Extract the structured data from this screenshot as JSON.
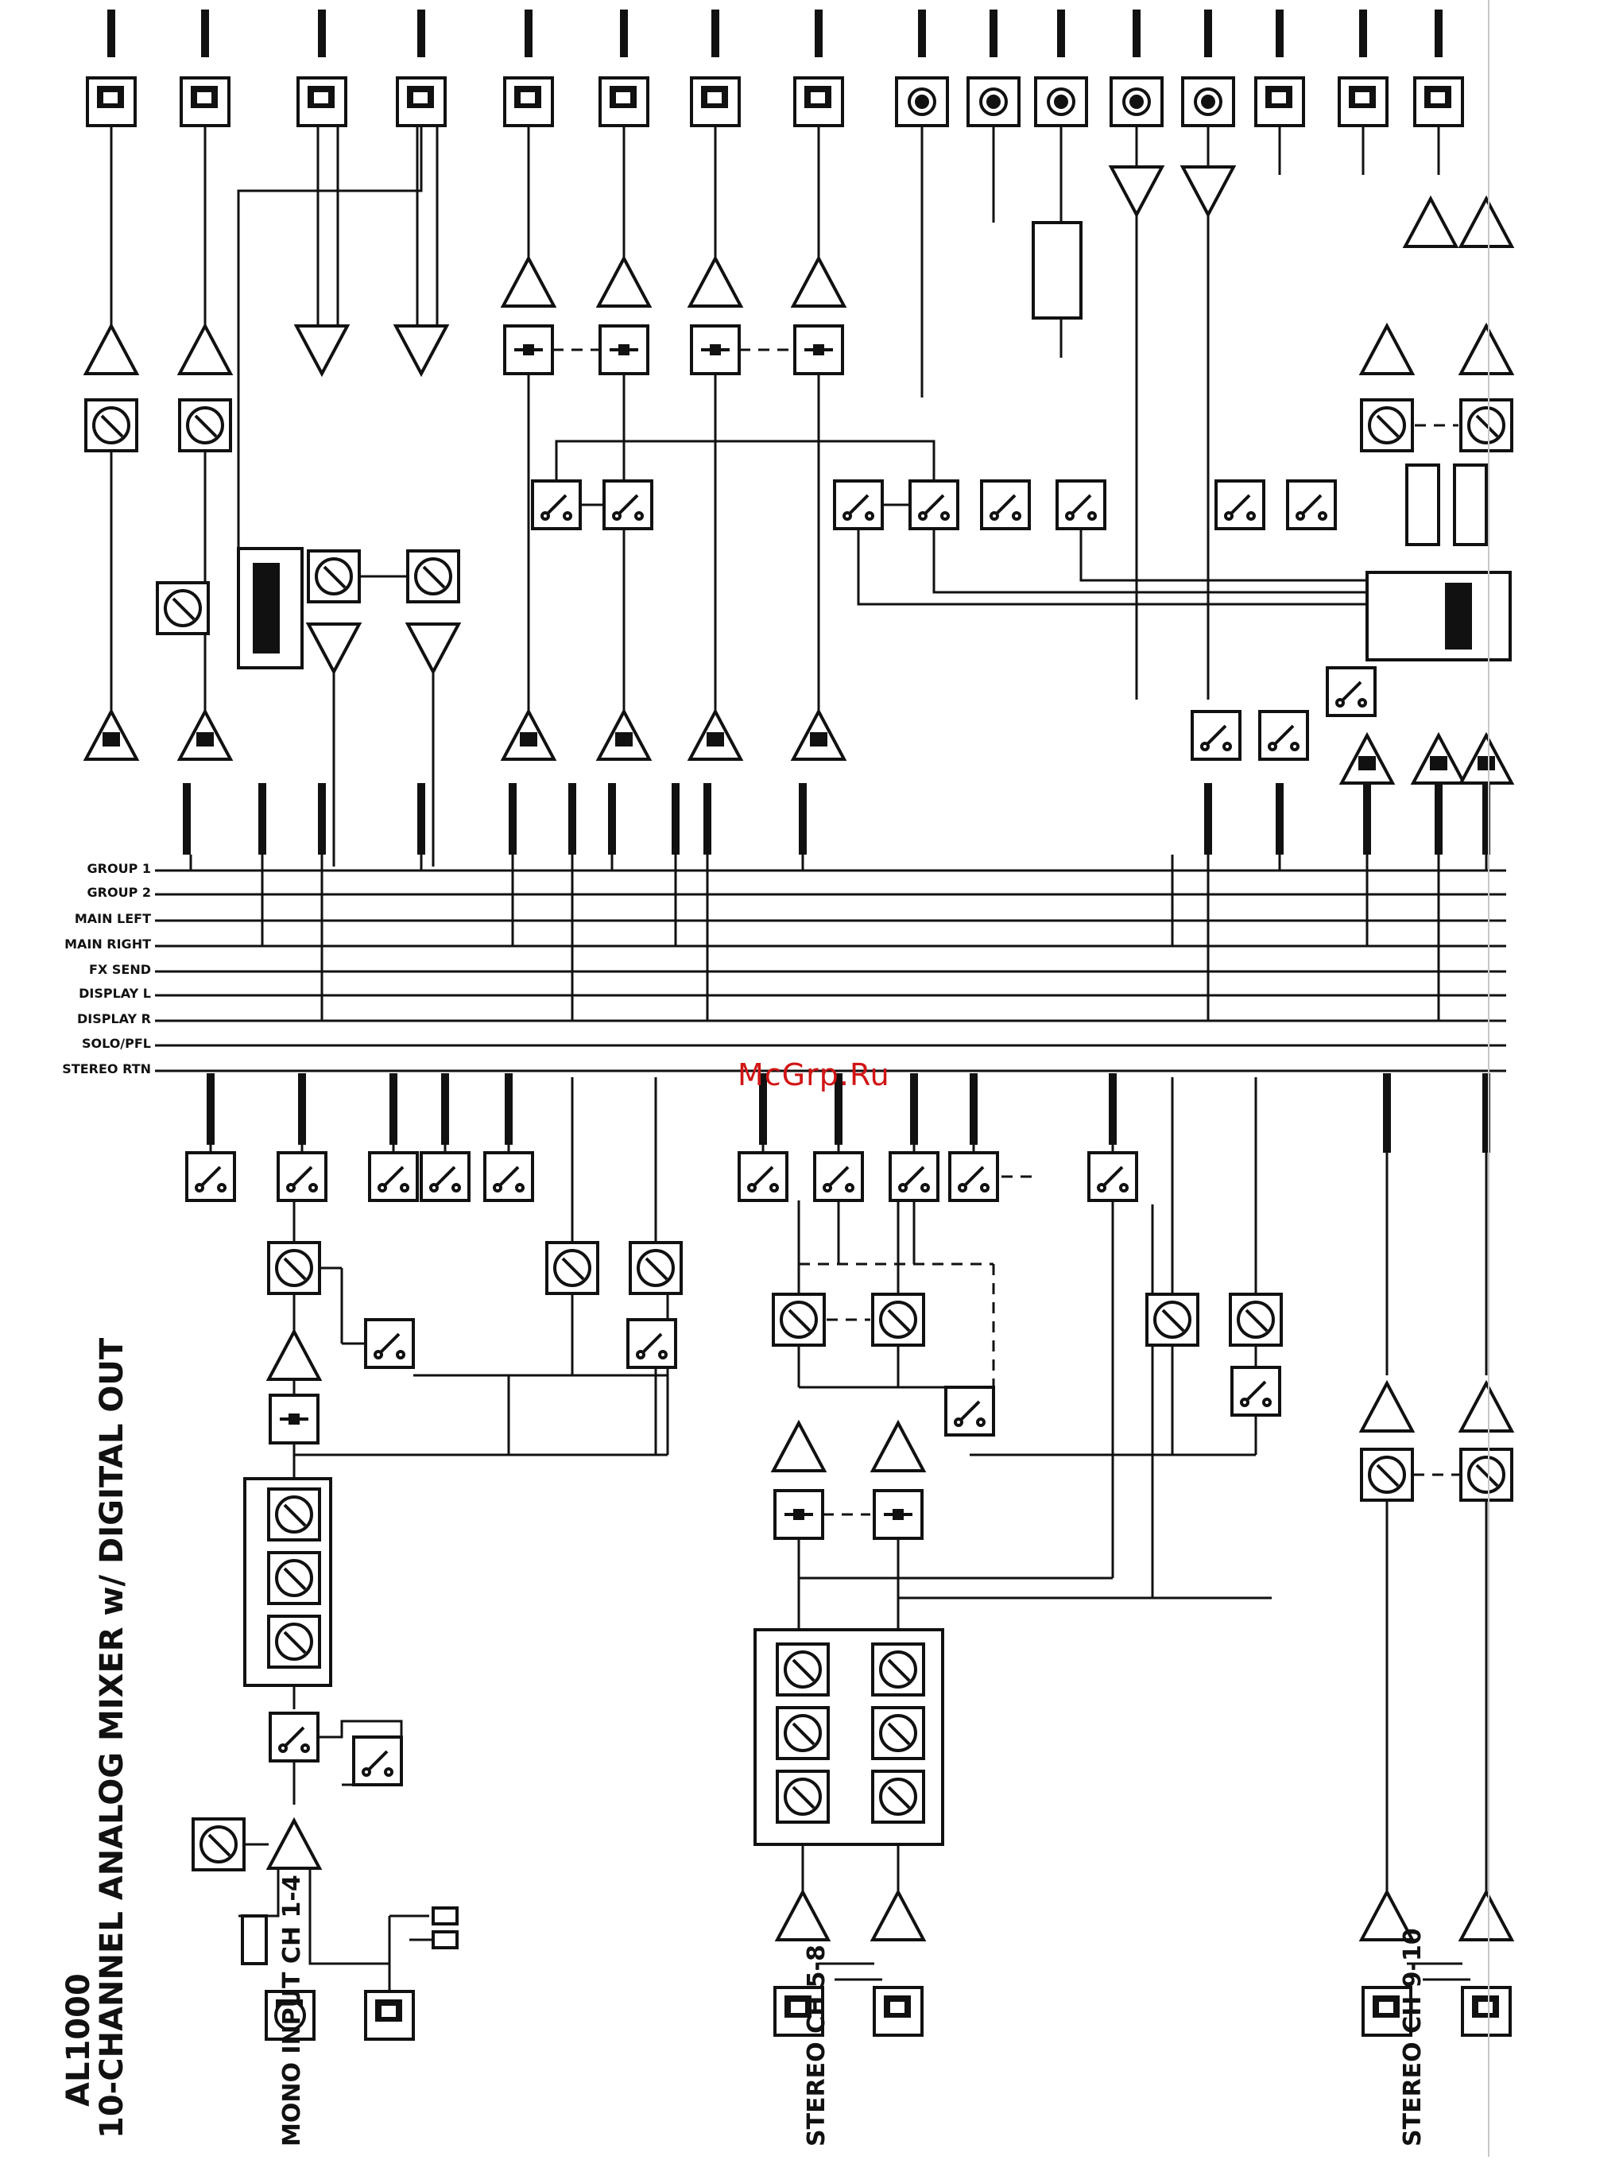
{
  "diagram": {
    "title_line1": "AL1000",
    "title_line2": "10-CHANNEL ANALOG MIXER w/ DIGITAL OUT",
    "watermark": "McGrp.Ru",
    "sections": {
      "mono_input": "MONO INPUT CH 1-4",
      "stereo_input": "STEREO CH 5-8",
      "stereo_input_b": "STEREO CH 9-10"
    },
    "bus_labels": [
      "GROUP 1",
      "GROUP 2",
      "MAIN LEFT",
      "MAIN RIGHT",
      "FX SEND",
      "DISPLAY L",
      "DISPLAY R",
      "SOLO/PFL",
      "STEREO RTN"
    ],
    "colors": {
      "ink": "#111111",
      "watermark": "#d11414",
      "background": "#ffffff"
    }
  }
}
